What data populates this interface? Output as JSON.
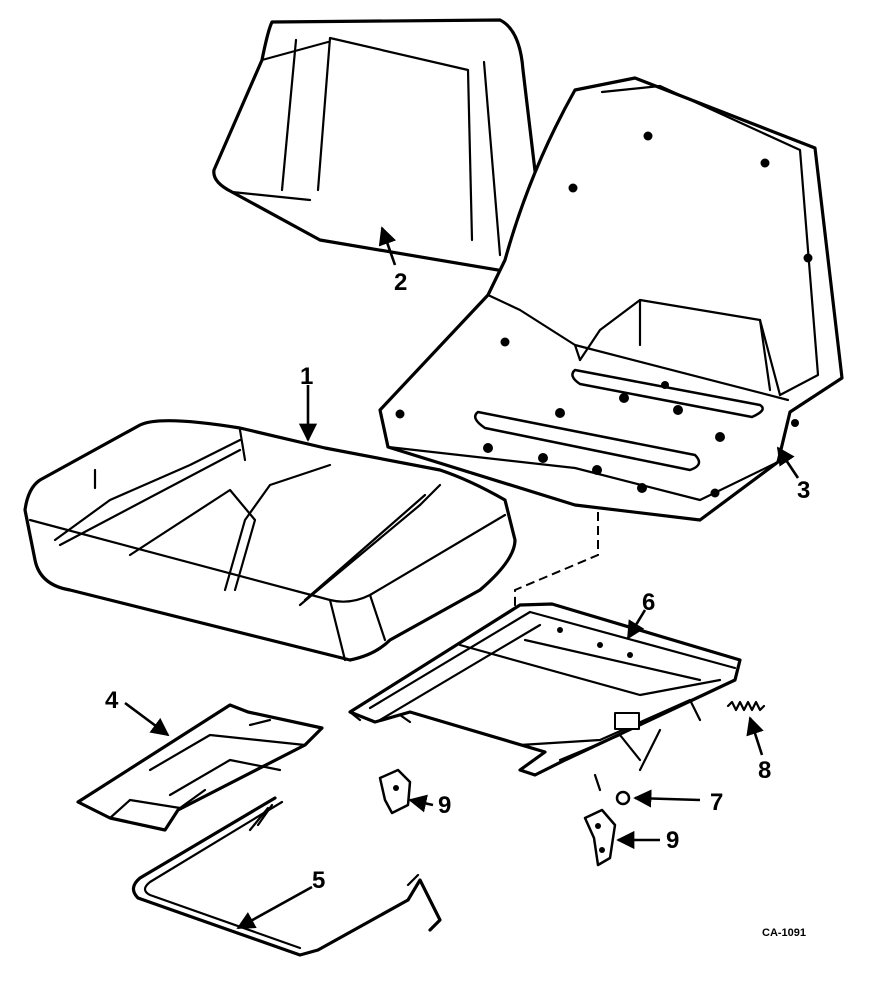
{
  "figure_code": "CA-1091",
  "callouts": [
    {
      "id": "1",
      "part": "seat-cushion"
    },
    {
      "id": "2",
      "part": "back-cushion"
    },
    {
      "id": "3",
      "part": "seat-pan"
    },
    {
      "id": "4",
      "part": "bracket-plate"
    },
    {
      "id": "5",
      "part": "adjuster-handle"
    },
    {
      "id": "6",
      "part": "seat-slide"
    },
    {
      "id": "7",
      "part": "washer"
    },
    {
      "id": "8",
      "part": "spring"
    },
    {
      "id": "9a",
      "label": "9",
      "part": "mounting-bracket"
    },
    {
      "id": "9b",
      "label": "9",
      "part": "mounting-bracket"
    }
  ],
  "labels": {
    "c1": "1",
    "c2": "2",
    "c3": "3",
    "c4": "4",
    "c5": "5",
    "c6": "6",
    "c7": "7",
    "c8": "8",
    "c9a": "9",
    "c9b": "9"
  }
}
